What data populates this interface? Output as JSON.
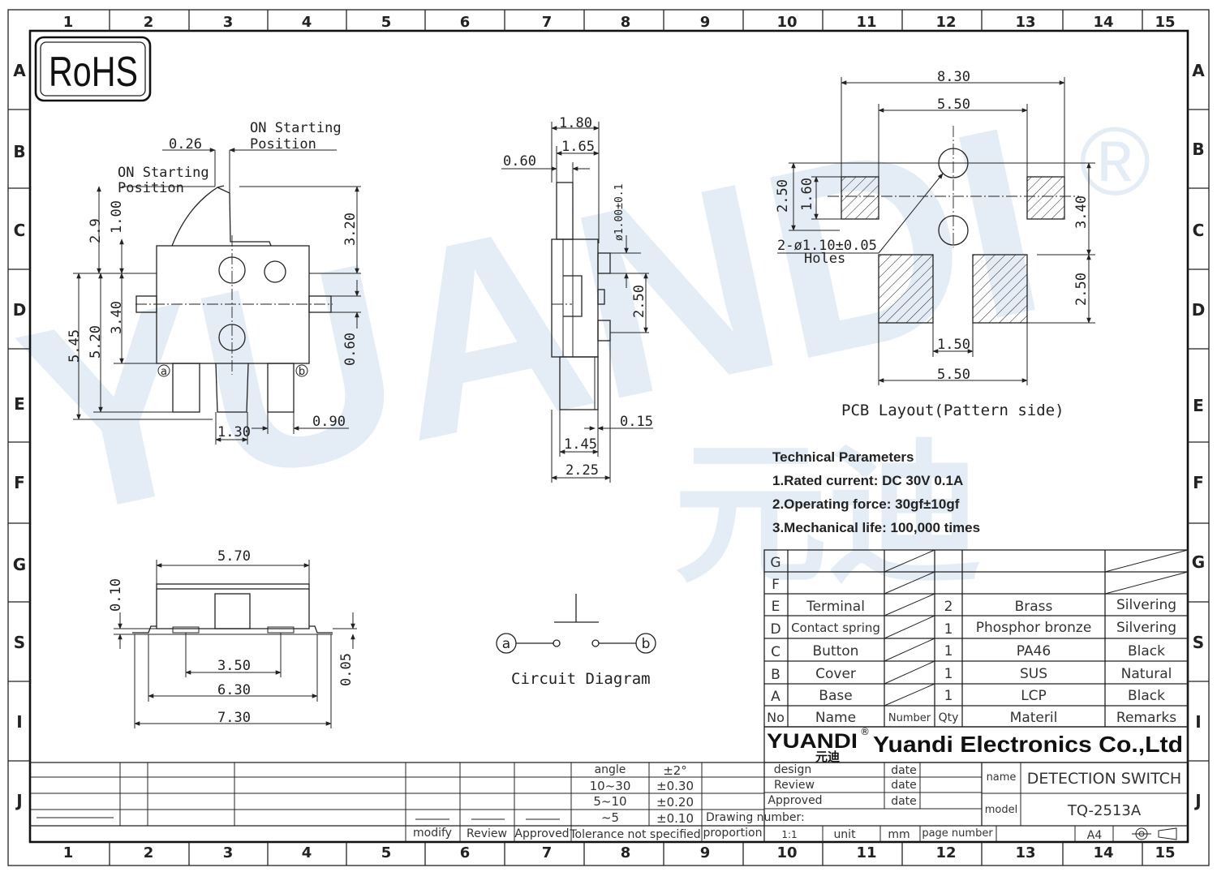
{
  "frame": {
    "columns": [
      "1",
      "2",
      "3",
      "4",
      "5",
      "6",
      "7",
      "8",
      "9",
      "10",
      "11",
      "12",
      "13",
      "14",
      "15"
    ],
    "rows": [
      "A",
      "B",
      "C",
      "D",
      "E",
      "F",
      "G",
      "S",
      "I",
      "J"
    ]
  },
  "rohs": "RoHS",
  "watermark": {
    "text": "YUANDI",
    "registered": "®",
    "chinese": "元迪"
  },
  "front_view": {
    "on_starting_right": [
      "ON Starting",
      "Position"
    ],
    "on_starting_left": [
      "ON Starting",
      "Position"
    ],
    "dims": {
      "d026": "0.26",
      "d29": "2.9",
      "d100": "1.00",
      "d545": "5.45",
      "d520": "5.20",
      "d340": "3.40",
      "d320": "3.20",
      "d060": "0.60",
      "d130": "1.30",
      "d090": "0.90"
    },
    "terminal_a": "a",
    "terminal_b": "b"
  },
  "side_view": {
    "dims": {
      "d180": "1.80",
      "d165": "1.65",
      "d060": "0.60",
      "dia": "ø1.00±0.1",
      "d250": "2.50",
      "d015": "0.15",
      "d145": "1.45",
      "d225": "2.25"
    }
  },
  "pcb": {
    "dims": {
      "d830": "8.30",
      "d550t": "5.50",
      "d250l": "2.50",
      "d160": "1.60",
      "d340": "3.40",
      "d250r": "2.50",
      "d150": "1.50",
      "d550b": "5.50"
    },
    "holes": [
      "2-ø1.10±0.05",
      "Holes"
    ],
    "caption": "PCB  Layout(Pattern  side)"
  },
  "bottom_view": {
    "dims": {
      "d570": "5.70",
      "d010": "0.10",
      "d005": "0.05",
      "d350": "3.50",
      "d630": "6.30",
      "d730": "7.30"
    }
  },
  "circuit": {
    "a": "a",
    "b": "b",
    "caption": "Circuit  Diagram"
  },
  "tech": {
    "title": "Technical Parameters",
    "lines": [
      "1.Rated current: DC 30V 0.1A",
      "2.Operating force: 30gf±10gf",
      "3.Mechanical life: 100,000 times"
    ]
  },
  "bom": {
    "rows": [
      {
        "no": "G",
        "name": "",
        "qty": "",
        "material": "",
        "remarks": ""
      },
      {
        "no": "F",
        "name": "",
        "qty": "",
        "material": "",
        "remarks": ""
      },
      {
        "no": "E",
        "name": "Terminal",
        "qty": "2",
        "material": "Brass",
        "remarks": "Silvering"
      },
      {
        "no": "D",
        "name": "Contact spring",
        "qty": "1",
        "material": "Phosphor bronze",
        "remarks": "Silvering"
      },
      {
        "no": "C",
        "name": "Button",
        "qty": "1",
        "material": "PA46",
        "remarks": "Black"
      },
      {
        "no": "B",
        "name": "Cover",
        "qty": "1",
        "material": "SUS",
        "remarks": "Natural"
      },
      {
        "no": "A",
        "name": "Base",
        "qty": "1",
        "material": "LCP",
        "remarks": "Black"
      }
    ],
    "header": {
      "no": "No",
      "name": "Name",
      "number": "Number",
      "qty": "Qty",
      "material": "Materil",
      "remarks": "Remarks"
    }
  },
  "company": {
    "logo": "YUANDI",
    "logo_cn": "元迪",
    "name": "Yuandi Electronics Co.,Ltd"
  },
  "title_block": {
    "angle": "angle",
    "angle_tol": "±2°",
    "r1": "10~30",
    "r1_tol": "±0.30",
    "r2": "5~10",
    "r2_tol": "±0.20",
    "r3": "~5",
    "r3_tol": "±0.10",
    "tolerance": "Tolerance not specified",
    "modify": "modify",
    "review": "Review",
    "approved": "Approved",
    "design": "design",
    "review2": "Review",
    "approved2": "Approved",
    "date": "date",
    "drawing_number": "Drawing number:",
    "proportion": "proportion",
    "scale": "1:1",
    "unit": "unit",
    "mm": "mm",
    "page_number": "page number",
    "name_label": "name",
    "name_value": "DETECTION SWITCH",
    "model_label": "model",
    "model_value": "TQ-2513A",
    "sheet": "A4"
  }
}
